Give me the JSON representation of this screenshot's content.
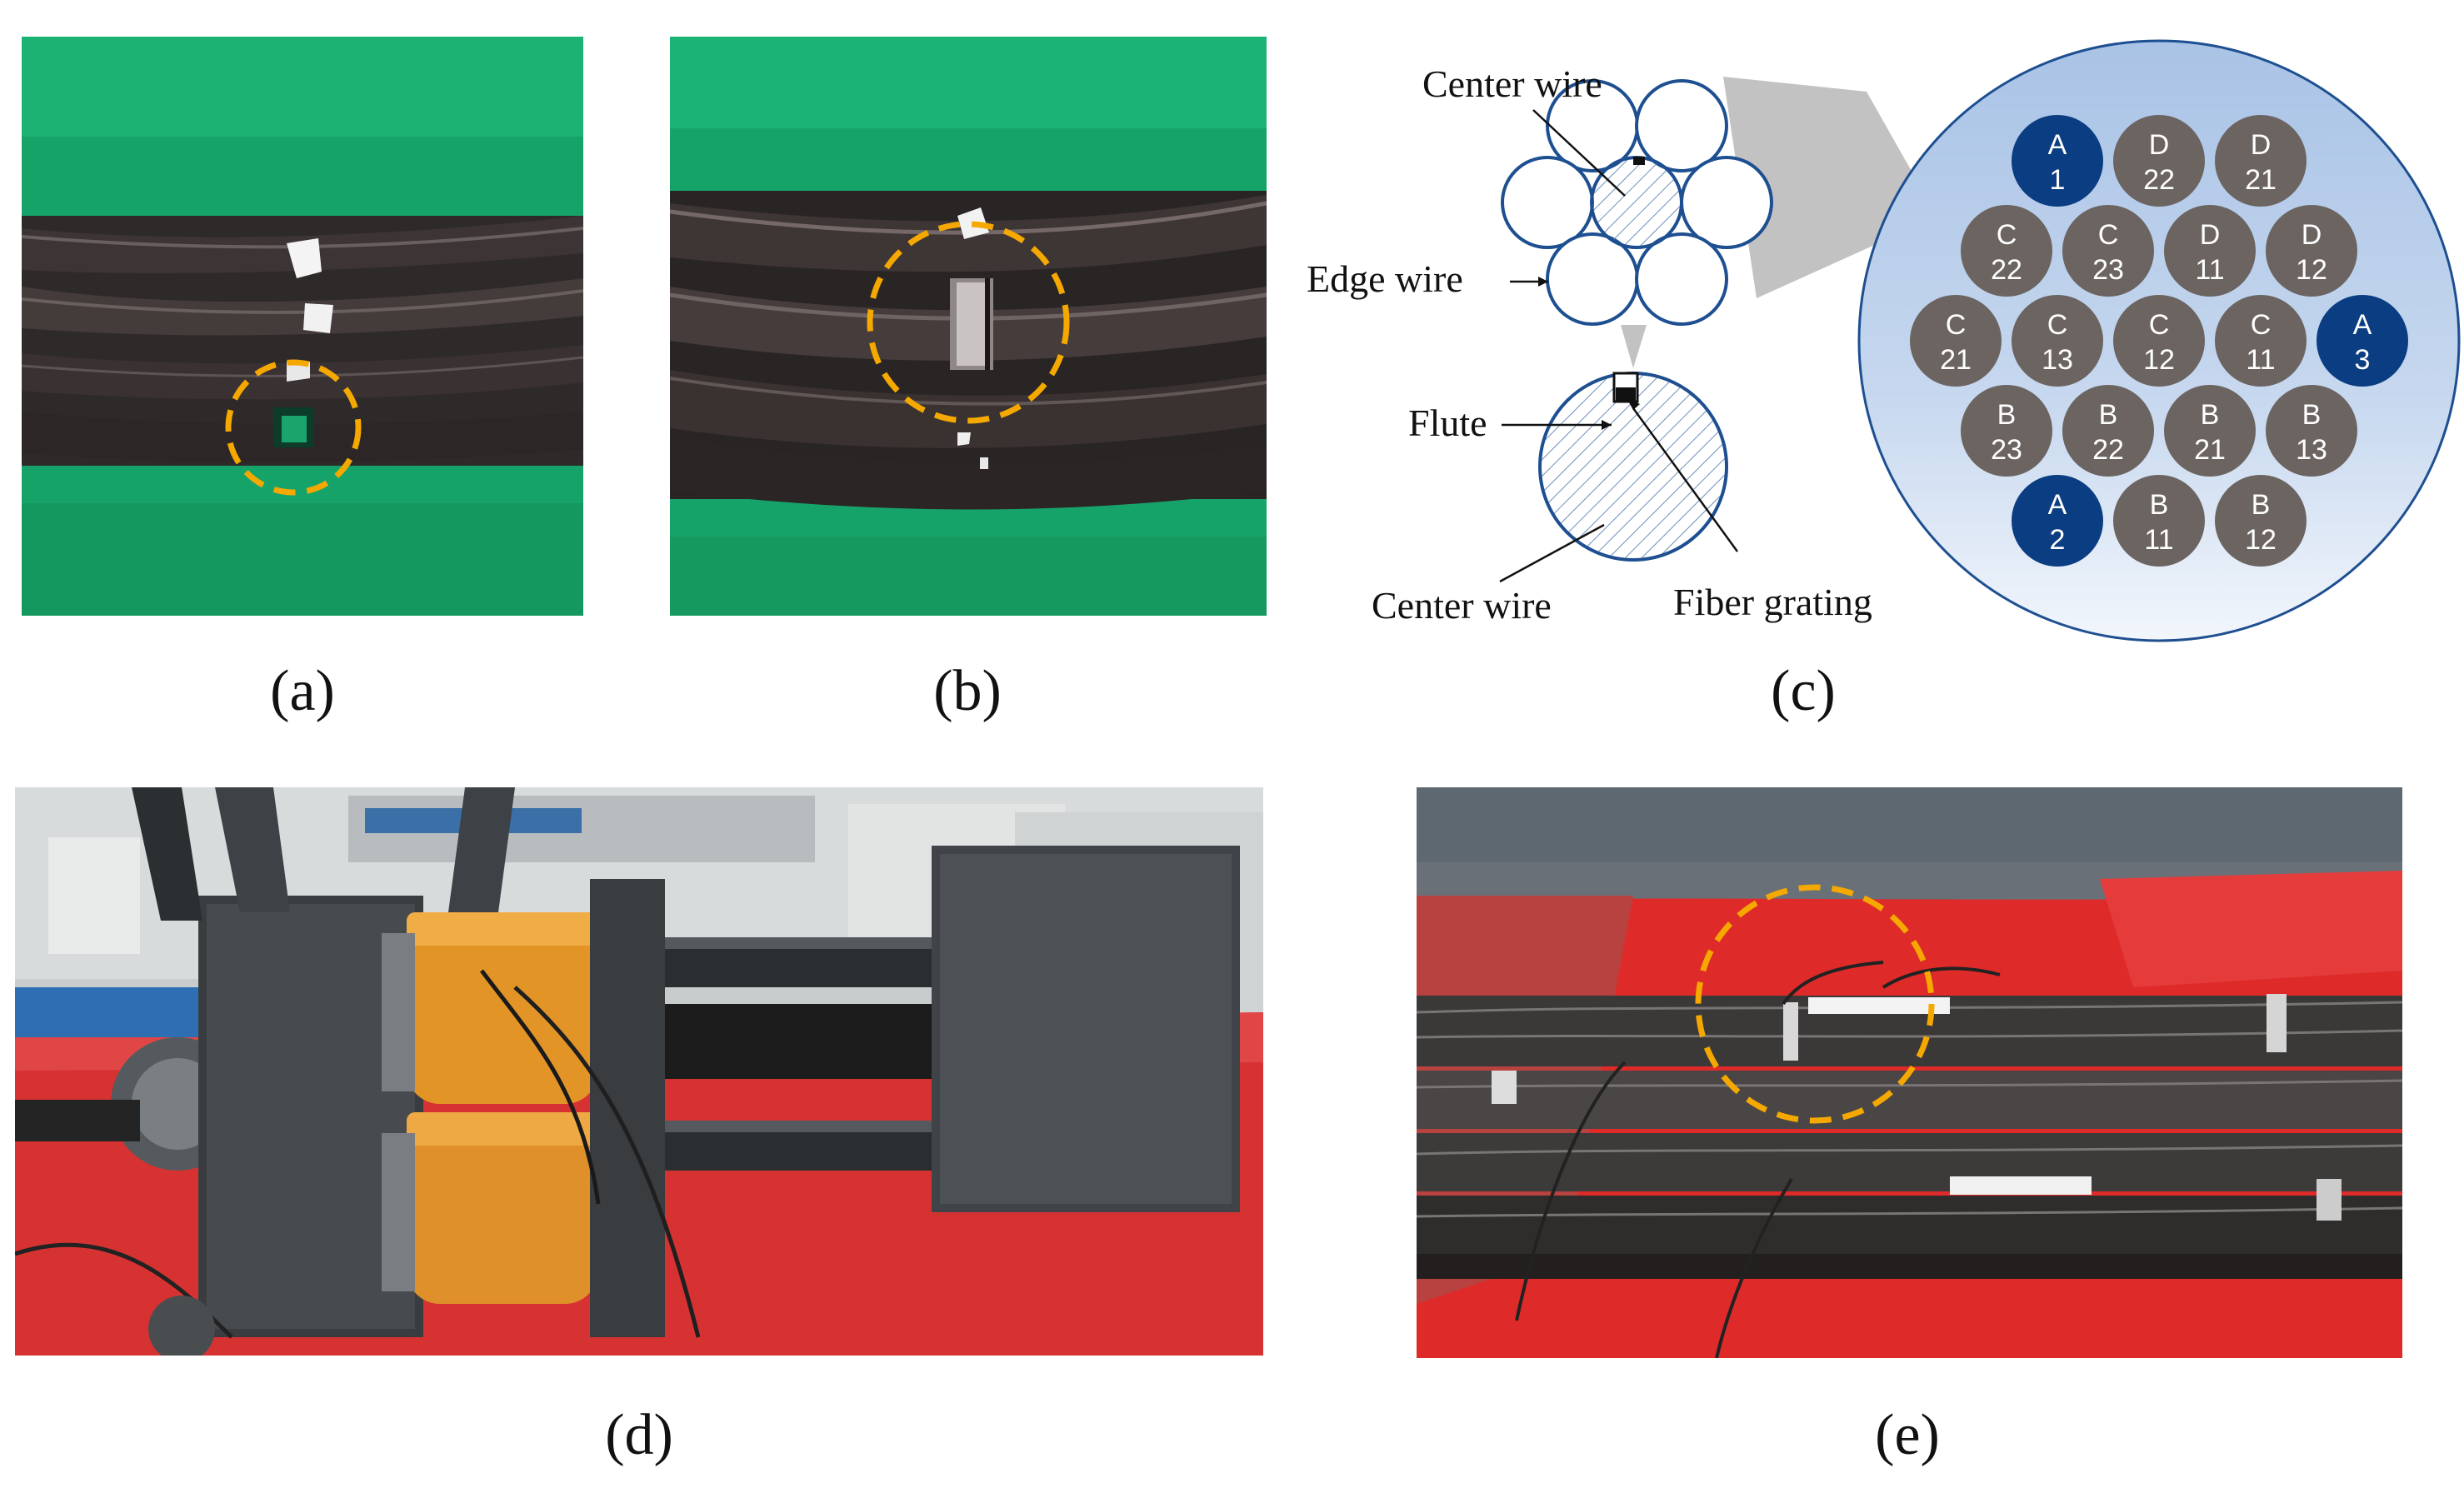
{
  "captions": {
    "a": "(a)",
    "b": "(b)",
    "c": "(c)",
    "d": "(d)",
    "e": "(e)"
  },
  "diagram": {
    "center_wire_top": "Center wire",
    "edge_wire": "Edge wire",
    "flute": "Flute",
    "center_wire_bottom": "Center wire",
    "fiber_grating": "Fiber grating"
  },
  "strand_grid": {
    "rows": [
      [
        [
          "A",
          "1",
          "blue"
        ],
        [
          "D",
          "22",
          "gray"
        ],
        [
          "D",
          "21",
          "gray"
        ]
      ],
      [
        [
          "C",
          "22",
          "gray"
        ],
        [
          "C",
          "23",
          "gray"
        ],
        [
          "D",
          "11",
          "gray"
        ],
        [
          "D",
          "12",
          "gray"
        ]
      ],
      [
        [
          "C",
          "21",
          "gray"
        ],
        [
          "C",
          "13",
          "gray"
        ],
        [
          "C",
          "12",
          "gray"
        ],
        [
          "C",
          "11",
          "gray"
        ],
        [
          "A",
          "3",
          "blue"
        ]
      ],
      [
        [
          "B",
          "23",
          "gray"
        ],
        [
          "B",
          "22",
          "gray"
        ],
        [
          "B",
          "21",
          "gray"
        ],
        [
          "B",
          "13",
          "gray"
        ]
      ],
      [
        [
          "A",
          "2",
          "blue"
        ],
        [
          "B",
          "11",
          "gray"
        ],
        [
          "B",
          "12",
          "gray"
        ]
      ]
    ]
  },
  "colors": {
    "highlight_circle": "#f5a800",
    "blue_cell": "#0b3d82",
    "gray_cell": "#6b6461",
    "green_background": "#16a36a",
    "red_floor": "#e8262e",
    "wire_outline": "#1d4f91"
  },
  "icons": {
    "photo_a": "steel-strand-photo",
    "photo_b": "steel-strand-photo",
    "photo_d": "hydraulic-jack-test-rig-photo",
    "photo_e": "cable-bundle-photo"
  }
}
